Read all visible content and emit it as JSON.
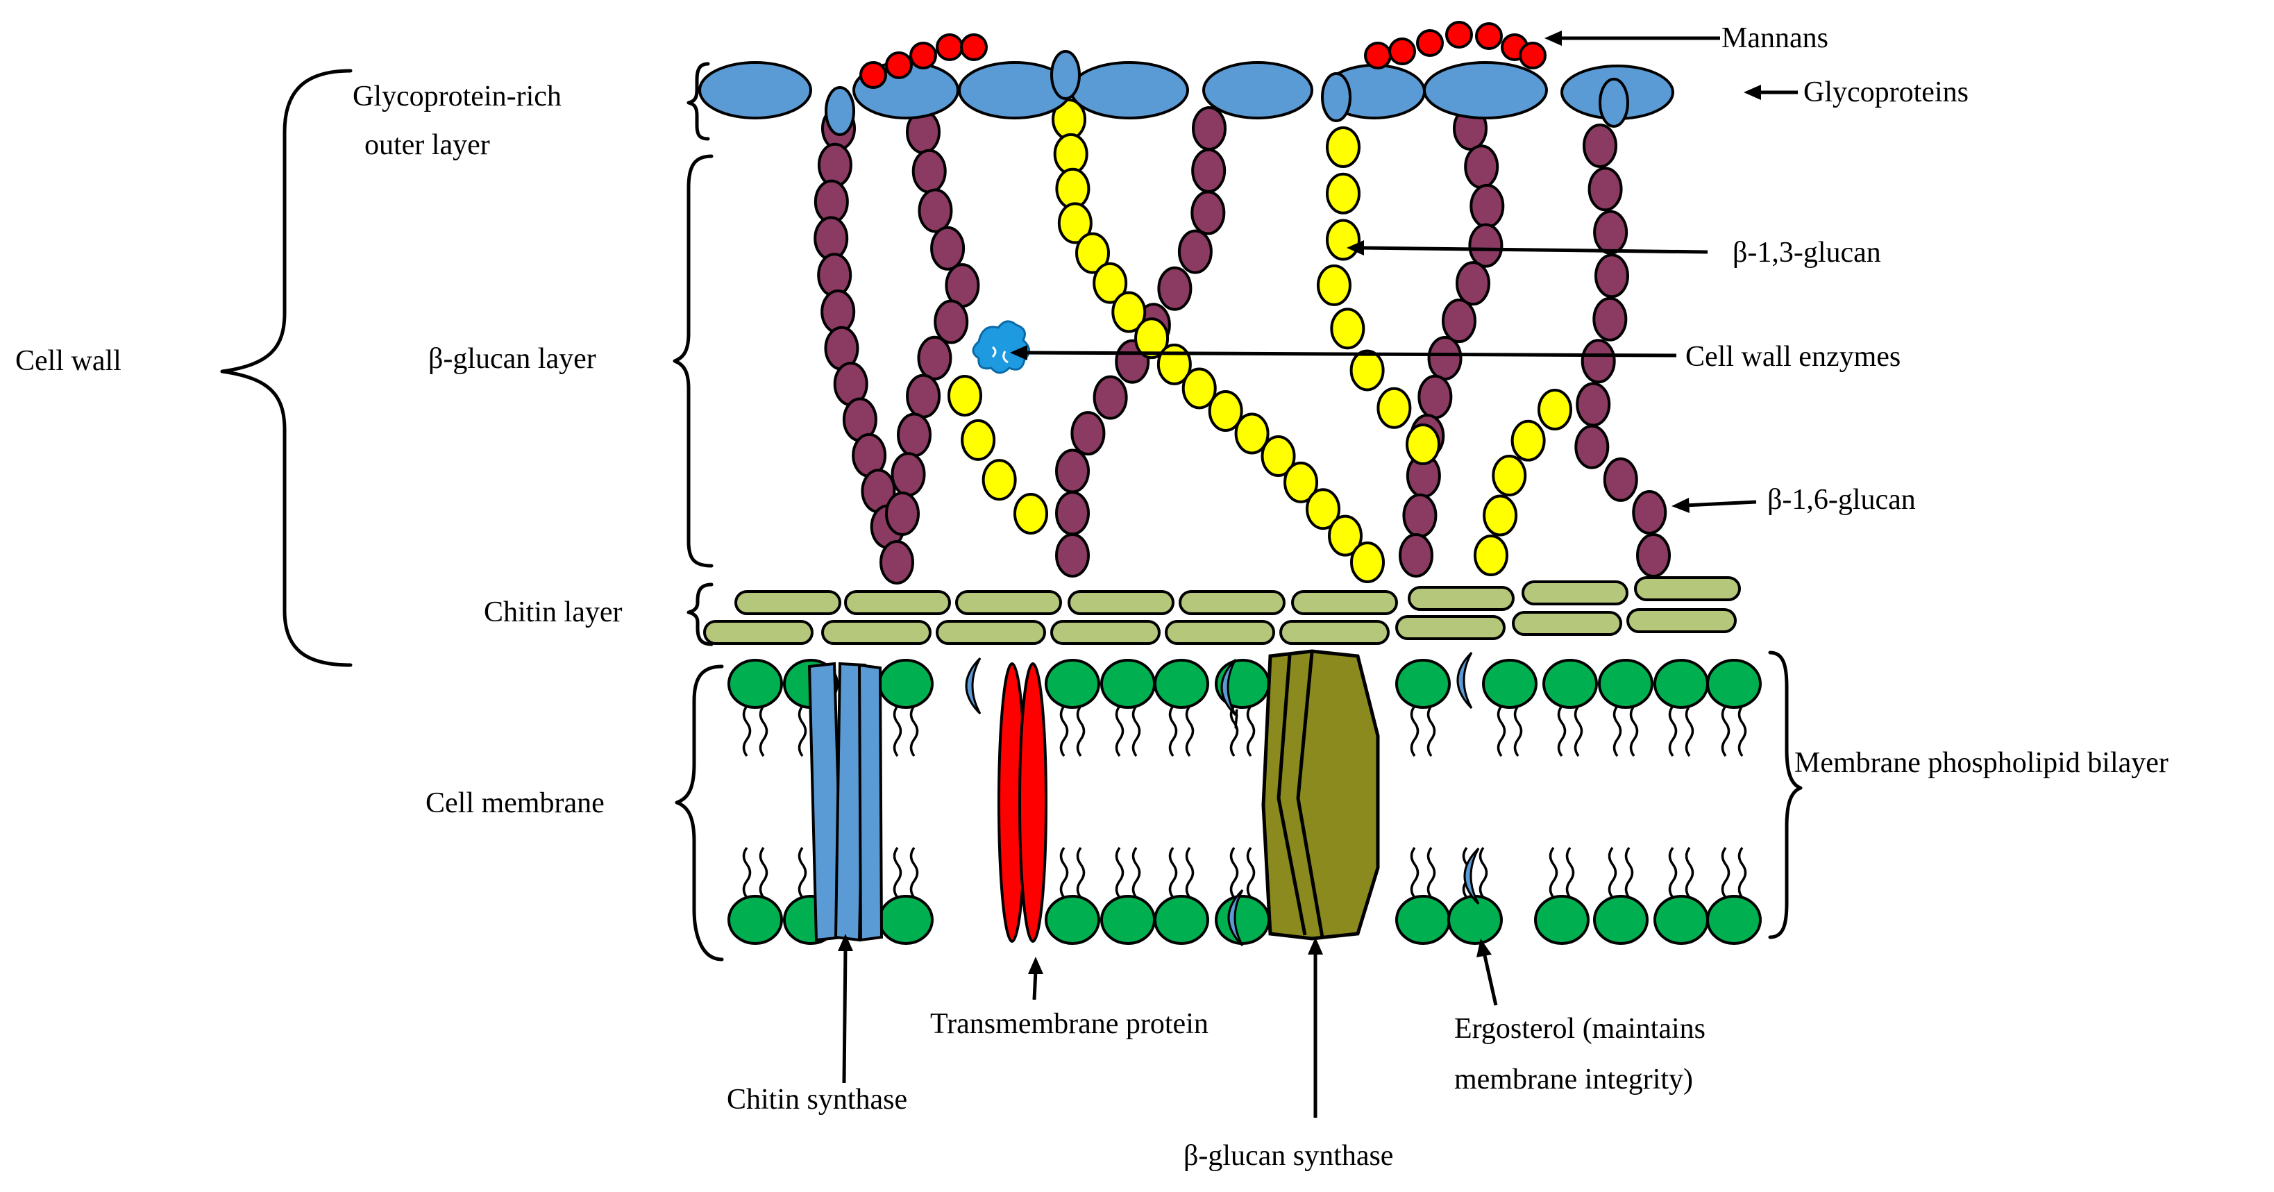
{
  "labels": {
    "mannans": "Mannans",
    "glycoproteins": "Glycoproteins",
    "outer_layer_line1": "Glycoprotein-rich",
    "outer_layer_line2": "outer layer",
    "cell_wall": "Cell wall",
    "glucan_layer": "β-glucan  layer",
    "beta13": "β-1,3-glucan",
    "enzymes": "Cell wall enzymes",
    "beta16": "β-1,6-glucan",
    "chitin_layer": "Chitin layer",
    "membrane_bilayer": "Membrane phospholipid bilayer",
    "cell_membrane": "Cell membrane",
    "transmembrane": "Transmembrane protein",
    "ergosterol_line1": "Ergosterol (maintains",
    "ergosterol_line2": "membrane integrity)",
    "chitin_synthase": "Chitin synthase",
    "glucan_synthase": "β-glucan synthase"
  },
  "colors": {
    "glycoprotein": "#5B9BD5",
    "mannan": "#FF0000",
    "beta16_glucan": "#8B3A62",
    "beta13_glucan": "#FFFF00",
    "chitin": "#B5C77A",
    "phospholipid_head": "#00B050",
    "chitin_synthase": "#5B9BD5",
    "transmembrane_protein": "#FF0000",
    "glucan_synthase": "#8A8A1E",
    "ergosterol": "#5B9BD5",
    "enzyme": "#1E9BE0"
  },
  "icons": {
    "enzyme": "enzyme-blob-icon"
  }
}
